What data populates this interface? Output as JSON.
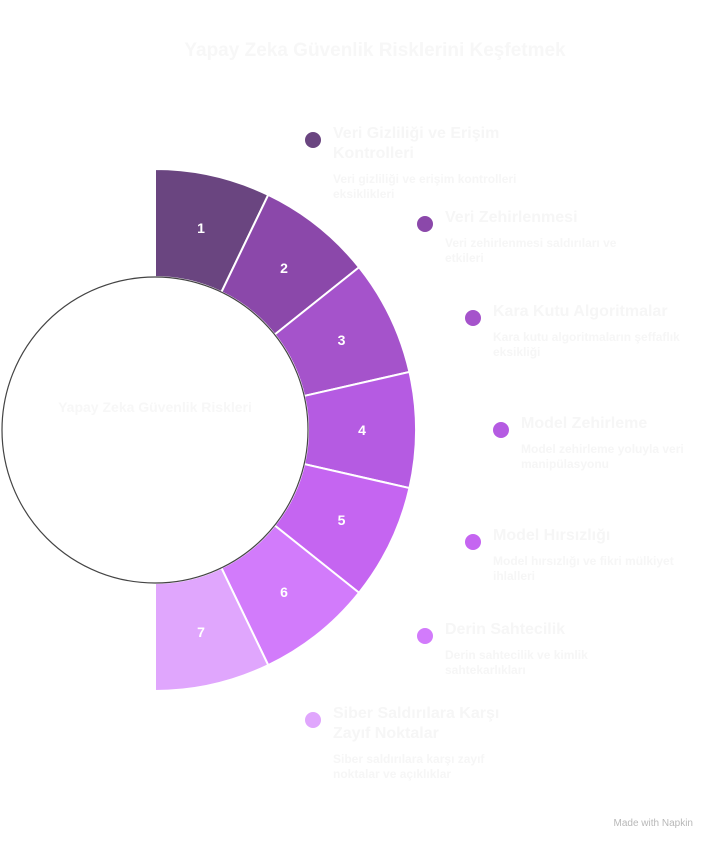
{
  "title": "Yapay Zeka Güvenlik Risklerini Keşfetmek",
  "center_label": "Yapay Zeka Güvenlik Riskleri",
  "items": [
    {
      "number": "1",
      "title": "Veri Gizliliği ve Erişim Kontrolleri",
      "description": "Veri gizliliği ve erişim kontrolleri eksiklikleri",
      "color": "#6a4580"
    },
    {
      "number": "2",
      "title": "Veri Zehirlenmesi",
      "description": "Veri zehirlenmesi saldırıları ve etkileri",
      "color": "#8b48aa"
    },
    {
      "number": "3",
      "title": "Kara Kutu Algoritmalar",
      "description": "Kara kutu algoritmaların şeffaflık eksikliği",
      "color": "#a553cb"
    },
    {
      "number": "4",
      "title": "Model Zehirleme",
      "description": "Model zehirleme yoluyla veri manipülasyonu",
      "color": "#b55be2"
    },
    {
      "number": "5",
      "title": "Model Hırsızlığı",
      "description": "Model hırsızlığı ve fikri mülkiyet ihlalleri",
      "color": "#c565f1"
    },
    {
      "number": "6",
      "title": "Derin Sahtecilik",
      "description": "Derin sahtecilik ve kimlik sahtekarlıkları",
      "color": "#d27bfb"
    },
    {
      "number": "7",
      "title": "Siber Saldırılara Karşı Zayıf Noktalar",
      "description": "Siber saldırılara karşı zayıf noktalar ve açıklıklar",
      "color": "#e0a6fd"
    }
  ],
  "footer": "Made with Napkin"
}
